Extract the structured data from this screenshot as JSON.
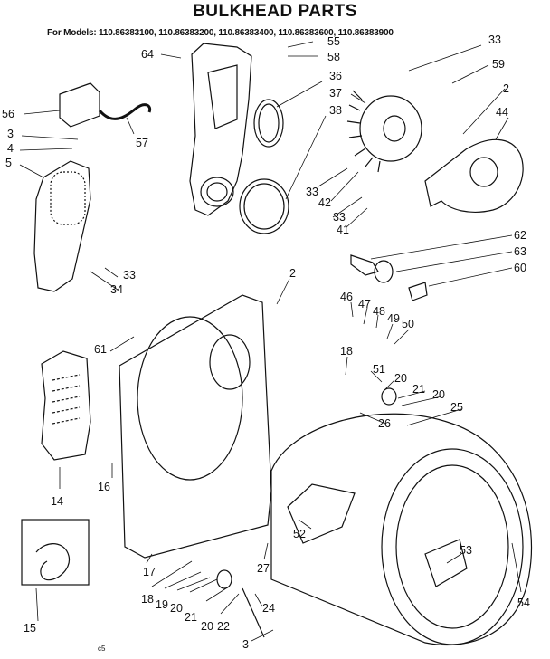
{
  "title": "BULKHEAD PARTS",
  "models": "For Models: 110.86383100, 110.86383200, 110.86383400, 110.86383600, 110.86383900",
  "callouts": [
    "64",
    "55",
    "58",
    "33",
    "59",
    "36",
    "56",
    "37",
    "2",
    "44",
    "38",
    "3",
    "57",
    "4",
    "5",
    "33",
    "42",
    "33",
    "41",
    "62",
    "63",
    "60",
    "33",
    "34",
    "2",
    "46",
    "47",
    "48",
    "49",
    "50",
    "61",
    "18",
    "51",
    "20",
    "21",
    "20",
    "25",
    "26",
    "16",
    "14",
    "52",
    "53",
    "17",
    "27",
    "15",
    "18",
    "19",
    "20",
    "21",
    "20",
    "22",
    "24",
    "3",
    "54"
  ],
  "footer": "c5"
}
